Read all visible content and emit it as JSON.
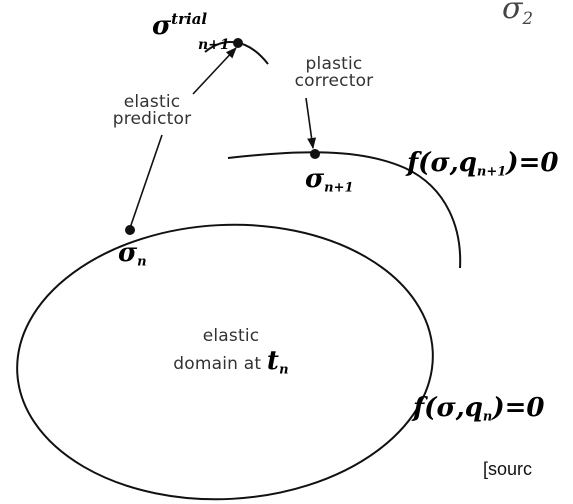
{
  "figure": {
    "top_right_fragment": "σ",
    "top_right_fragment_sub": "2",
    "sigma_trial": {
      "symbol": "σ",
      "superscript": "trial",
      "subscript": "n+1"
    },
    "elastic_predictor": {
      "line1": "elastic",
      "line2": "predictor"
    },
    "plastic_corrector": {
      "line1": "plastic",
      "line2": "corrector"
    },
    "sigma_n1": {
      "symbol": "σ",
      "subscript": "n+1"
    },
    "sigma_n": {
      "symbol": "σ",
      "subscript": "n"
    },
    "domain": {
      "line1": "elastic",
      "line2": "domain at",
      "t_symbol": "t",
      "t_sub": "n"
    },
    "yield_n1": {
      "prefix": "f(σ,q",
      "subscript": "n+1",
      "suffix": ")=0"
    },
    "yield_n": {
      "prefix": "f(σ,q",
      "subscript": "n",
      "suffix": ")=0"
    },
    "source_fragment": "[sourc"
  }
}
